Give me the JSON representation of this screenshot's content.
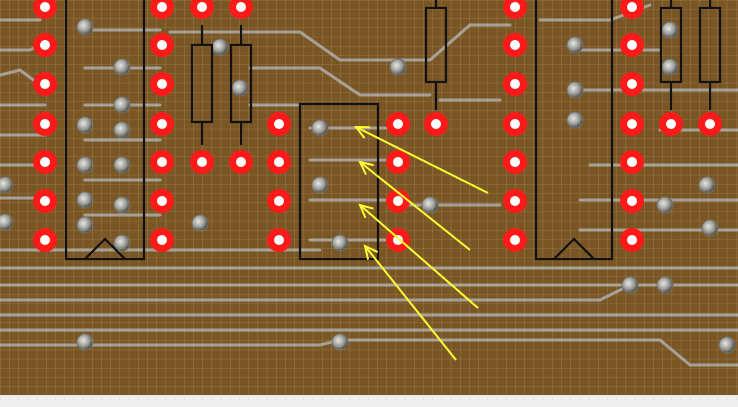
{
  "colors": {
    "board": "#7a5624",
    "board_dark": "#5e4019",
    "grid": "#c9b48a",
    "trace": "#a9a9a6",
    "trace_dark": "#6f6f6b",
    "pad_ring": "#ff1a1a",
    "pad_center": "#ffffff",
    "outline": "#111111",
    "arrow": "#ffff33"
  },
  "components": [
    {
      "kind": "ic-outline"
    },
    {
      "kind": "ic-outline"
    },
    {
      "kind": "ic-outline-highlighted"
    },
    {
      "kind": "resistor"
    },
    {
      "kind": "resistor"
    },
    {
      "kind": "resistor"
    },
    {
      "kind": "resistor"
    },
    {
      "kind": "resistor"
    }
  ],
  "annotation_arrow_count": 4
}
